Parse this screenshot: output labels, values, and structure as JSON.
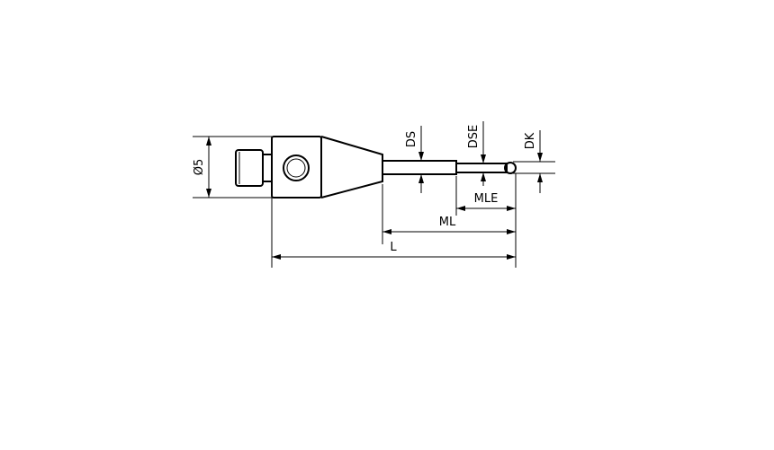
{
  "labels": {
    "diameter": "Ø5",
    "ds": "DS",
    "dse": "DSE",
    "dk": "DK",
    "mle": "MLE",
    "ml": "ML",
    "l": "L"
  }
}
